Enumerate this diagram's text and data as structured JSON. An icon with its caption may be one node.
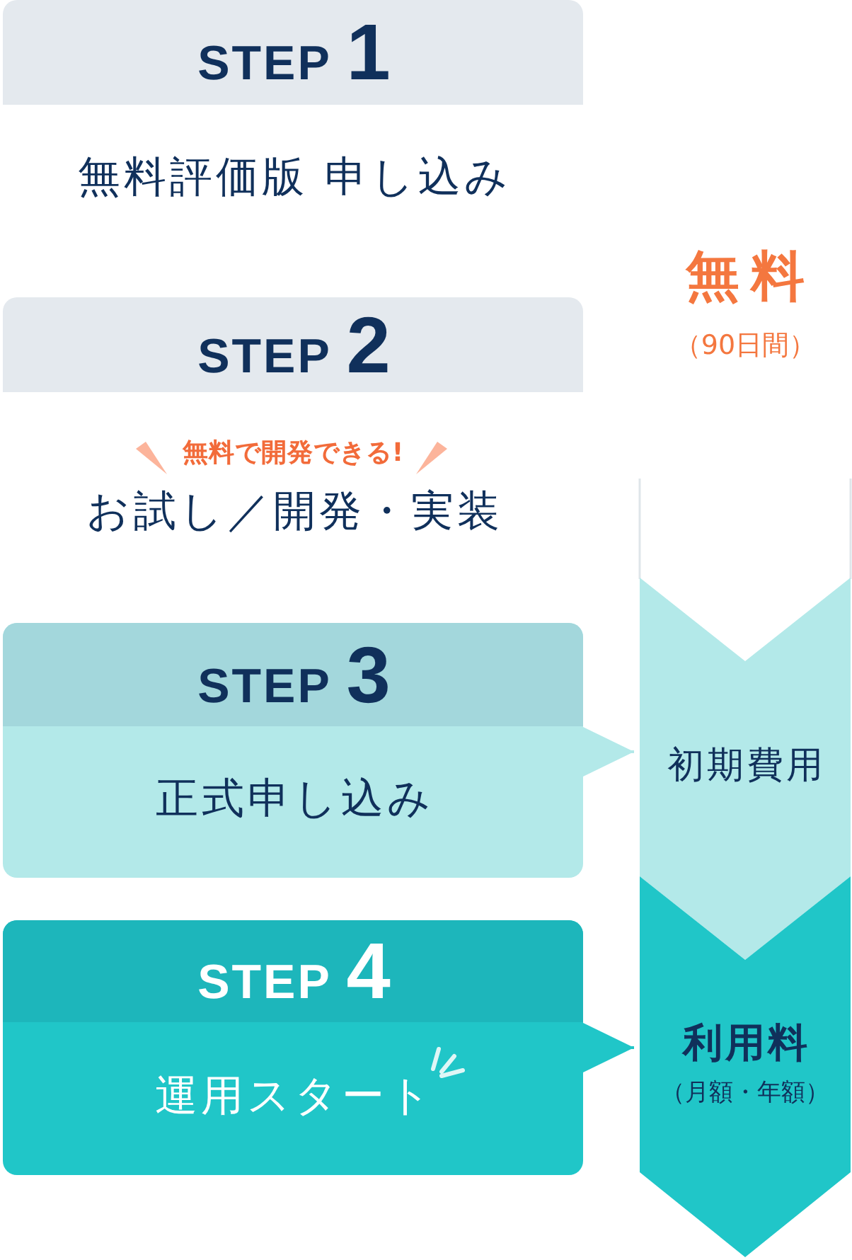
{
  "diagram": {
    "nodes": [
      {
        "text": [
          "STEP 1",
          "無料評価版 申し込み"
        ]
      },
      {
        "text": [
          "STEP 2",
          "無料で開発できる!",
          "お試し／開発・実装"
        ]
      },
      {
        "text": [
          "STEP 3",
          "正式申し込み"
        ]
      },
      {
        "text": [
          "STEP 4",
          "運用スタート"
        ]
      },
      {
        "text": [
          "無料",
          "（90日間）"
        ]
      },
      {
        "text": [
          "初期費用"
        ]
      },
      {
        "text": [
          "利用料",
          "（月額・年額）"
        ]
      }
    ],
    "edges": [
      {
        "from": 2,
        "to": 5,
        "arrow": "to",
        "color": "#b3e9e9"
      },
      {
        "from": 3,
        "to": 6,
        "arrow": "to",
        "color": "#20c6c8"
      }
    ]
  }
}
